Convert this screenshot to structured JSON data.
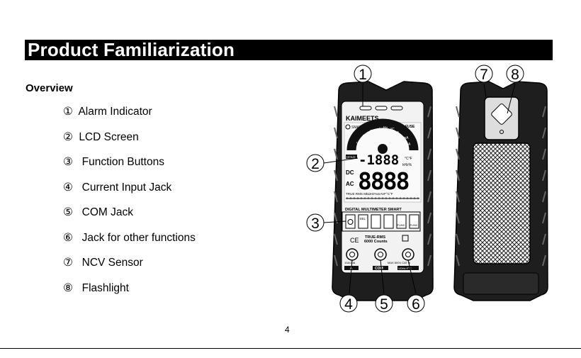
{
  "page": {
    "title": "Product Familiarization",
    "subtitle": "Overview",
    "page_number": "4"
  },
  "features": [
    {
      "num": "①",
      "label": "Alarm Indicator"
    },
    {
      "num": "②",
      "label": "LCD Screen"
    },
    {
      "num": "③",
      "label": "Function Buttons"
    },
    {
      "num": "④",
      "label": "Current Input Jack"
    },
    {
      "num": "⑤",
      "label": "COM Jack"
    },
    {
      "num": "⑥",
      "label": "Jack for other functions"
    },
    {
      "num": "⑦",
      "label": "NCV Sensor"
    },
    {
      "num": "⑧",
      "label": "Flashlight"
    }
  ],
  "callouts": {
    "c1": "1",
    "c2": "2",
    "c3": "3",
    "c4": "4",
    "c5": "5",
    "c6": "6",
    "c7": "7",
    "c8": "8"
  },
  "device": {
    "brand": "KAIMEETS",
    "smart_label": "SMART",
    "fuse_label": "FUSE",
    "hold_label": "HOLD",
    "dc_label": "DC",
    "ac_label": "AC",
    "small_digits": "-1888",
    "big_digits": "8888",
    "units_top": "°C°F",
    "units_mid": "kHz%",
    "units_row": "TRUE RMS   MkΩHz%mAVF°C°F",
    "model_label": "DIGITAL MULTIMETER  SMART",
    "sel_label": "SEL",
    "func_label": "FUNC",
    "true_rms": "TRUE-RMS",
    "counts": "6000 Counts",
    "jack_a_rating": "10A/20A",
    "jack_v_rating": "MAX 600V CAT III",
    "jack_a_label": "A",
    "com_label": "COM",
    "jack_v_label": "VΩHz·F°C"
  }
}
